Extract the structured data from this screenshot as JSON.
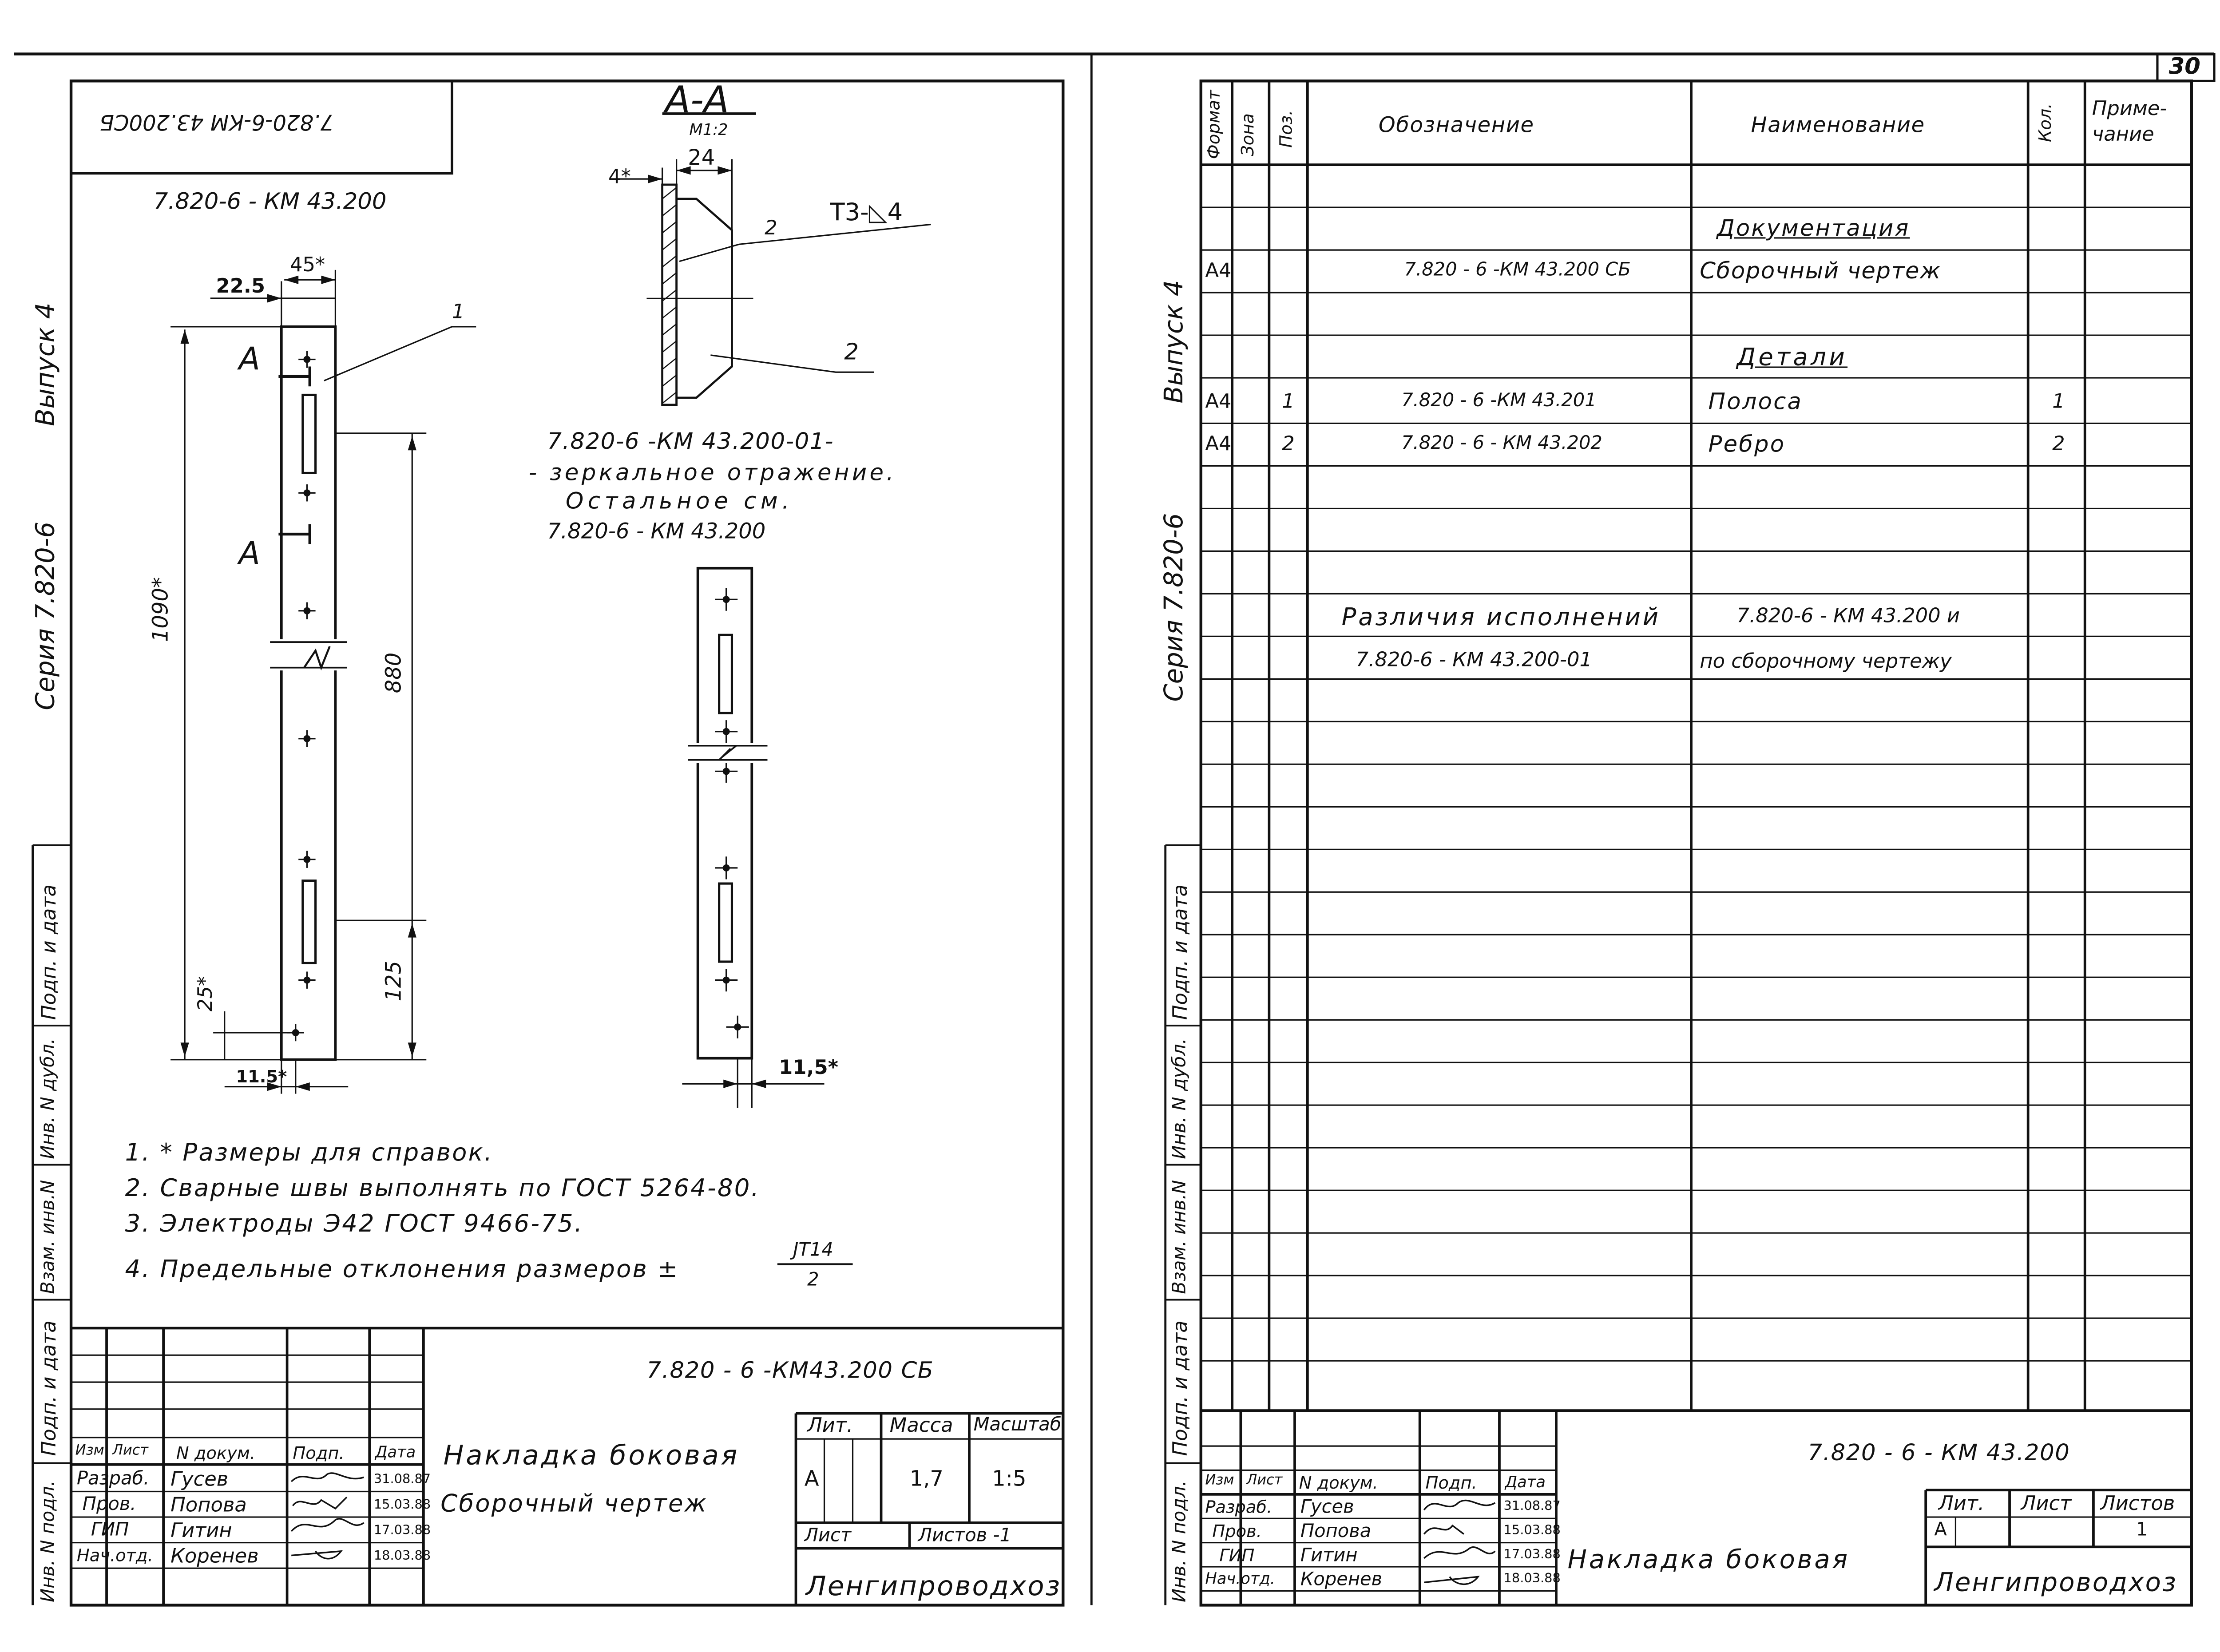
{
  "page_number": "30",
  "left_sheet": {
    "stamp_code_mirrored": "7.820-6-КМ 43.200СБ",
    "view1_label": "7.820-6 - КМ 43.200",
    "section_title": "А-А",
    "section_scale": "М1:2",
    "section_label_A": "А",
    "side_labels": {
      "vypusk": "Выпуск 4",
      "seriya": "Серия 7.820-6"
    },
    "side_stamp_cells": [
      "Инв. N подл.",
      "Подп. и дата",
      "Взам. инв.N",
      "Инв. N дубл.",
      "Подп. и дата"
    ],
    "dimensions": {
      "d22_5": "22.5",
      "d45": "45*",
      "d1090": "1090*",
      "d880": "880",
      "d125": "125",
      "d25": "25*",
      "d11_5a": "11.5*",
      "d11_5b": "11,5*",
      "d24": "24",
      "d4": "4*",
      "weld": "Т3-◺4",
      "leader_1": "1",
      "leader_2a": "2",
      "leader_2b": "2"
    },
    "mirror_note": [
      "7.820-6 -КМ 43.200-01-",
      "- зеркальное отражение.",
      "Остальное см.",
      "7.820-6 - КМ 43.200"
    ],
    "notes": [
      "1. * Размеры для справок.",
      "2. Сварные швы выполнять по ГОСТ 5264-80.",
      "3. Электроды Э42 ГОСТ 9466-75.",
      "4. Предельные отклонения размеров ±"
    ],
    "note4_fraction": {
      "num": "JT14",
      "den": "2"
    },
    "title_block": {
      "code": "7.820 - 6 -КМ43.200 СБ",
      "headers": [
        "Изм",
        "Лист",
        "N докум.",
        "Подп.",
        "Дата"
      ],
      "rows": [
        {
          "role": "Разраб.",
          "name": "Гусев",
          "date": "31.08.87"
        },
        {
          "role": "Пров.",
          "name": "Попова",
          "date": "15.03.88"
        },
        {
          "role": "ГИП",
          "name": "Гитин",
          "date": "17.03.88"
        },
        {
          "role": "Нач.отд.",
          "name": "Коренев",
          "date": "18.03.88"
        }
      ],
      "title1": "Накладка боковая",
      "title2": "Сборочный чертеж",
      "lit_h": "Лит.",
      "mass_h": "Масса",
      "scale_h": "Масштаб",
      "lit": "А",
      "mass": "1,7",
      "scale": "1:5",
      "sheet_h": "Лист",
      "sheets_h": "Листов -1",
      "org": "Ленгипроводхоз"
    }
  },
  "right_sheet": {
    "side_labels": {
      "vypusk": "Выпуск 4",
      "seriya": "Серия 7.820-6"
    },
    "side_stamp_cells": [
      "Инв. N подл.",
      "Подп. и дата",
      "Взам. инв.N",
      "Инв. N дубл.",
      "Подп. и дата"
    ],
    "spec_headers": [
      "Формат",
      "Зона",
      "Поз.",
      "Обозначение",
      "Наименование",
      "Кол.",
      "Приме-чание"
    ],
    "spec": {
      "section_docs": "Документация",
      "doc_row": {
        "format": "А4",
        "designation": "7.820 - 6 -КМ 43.200 СБ",
        "name": "Сборочный чертеж"
      },
      "section_parts": "Детали",
      "parts": [
        {
          "format": "А4",
          "pos": "1",
          "designation": "7.820 - 6 -КМ 43.201",
          "name": "Полоса",
          "qty": "1"
        },
        {
          "format": "А4",
          "pos": "2",
          "designation": "7.820 - 6 - КМ 43.202",
          "name": "Ребро",
          "qty": "2"
        }
      ],
      "diff_1": "Различия исполнений",
      "diff_2": "7.820-6 - КМ 43.200 и",
      "diff_3": "7.820-6 - КМ 43.200-01",
      "diff_4": "по сборочному чертежу"
    },
    "title_block": {
      "code": "7.820 - 6 - КМ 43.200",
      "headers": [
        "Изм",
        "Лист",
        "N докум.",
        "Подп.",
        "Дата"
      ],
      "rows": [
        {
          "role": "Разраб.",
          "name": "Гусев",
          "date": "31.08.87"
        },
        {
          "role": "Пров.",
          "name": "Попова",
          "date": "15.03.88"
        },
        {
          "role": "ГИП",
          "name": "Гитин",
          "date": "17.03.88"
        },
        {
          "role": "Нач.отд.",
          "name": "Коренев",
          "date": "18.03.88"
        }
      ],
      "title": "Накладка боковая",
      "lit_h": "Лит.",
      "sheet_h": "Лист",
      "sheets_h": "Листов",
      "lit": "А",
      "sheets": "1",
      "org": "Ленгипроводхоз"
    }
  }
}
